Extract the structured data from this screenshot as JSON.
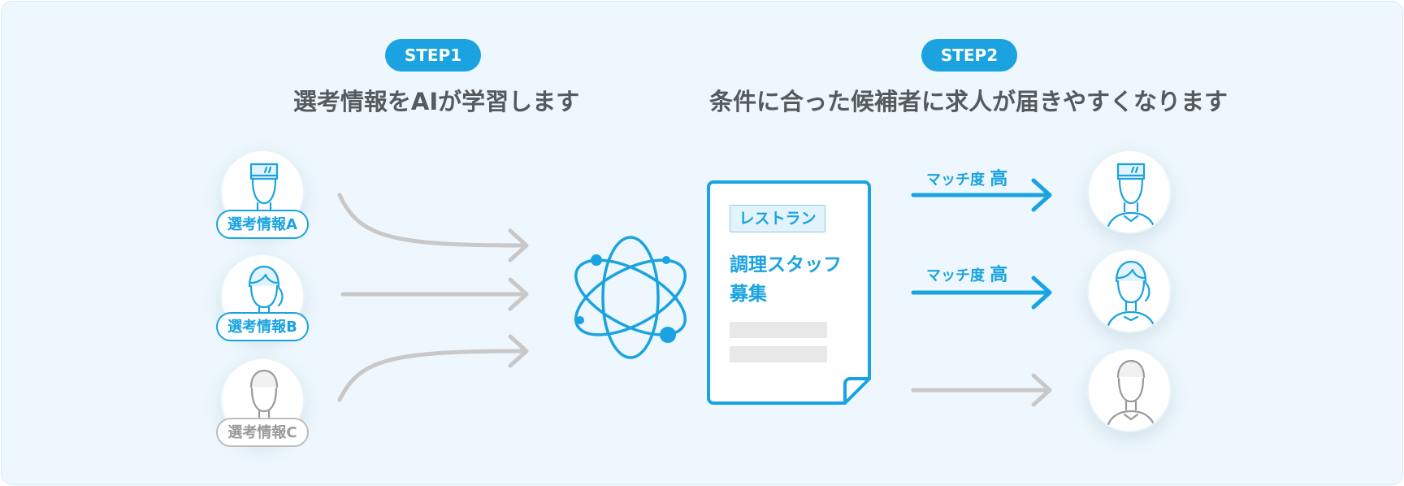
{
  "step1": {
    "badge": "STEP1",
    "heading": "選考情報をAIが学習します",
    "profiles": [
      {
        "label": "選考情報A",
        "style": "blue",
        "role": "chef"
      },
      {
        "label": "選考情報B",
        "style": "blue",
        "role": "woman"
      },
      {
        "label": "選考情報C",
        "style": "gray",
        "role": "man"
      }
    ]
  },
  "step2": {
    "badge": "STEP2",
    "heading": "条件に合った候補者に求人が届きやすくなります",
    "job_posting": {
      "tag": "レストラン",
      "title_line1": "調理スタッフ",
      "title_line2": "募集"
    },
    "matches": [
      {
        "label": "マッチ度",
        "level": "高",
        "highlighted": true,
        "role": "chef"
      },
      {
        "label": "マッチ度",
        "level": "高",
        "highlighted": true,
        "role": "woman"
      },
      {
        "label": "",
        "level": "",
        "highlighted": false,
        "role": "man"
      }
    ]
  },
  "colors": {
    "accent": "#1aa3e0",
    "arrow_gray": "#c8c8c8",
    "panel_bg": "#eef7fd",
    "heading_text": "#555a5e",
    "doc_placeholder": "#e8e8e8"
  },
  "icons": [
    "chef-person-icon",
    "woman-person-icon",
    "man-person-icon",
    "ai-atom-icon",
    "job-document-icon"
  ]
}
